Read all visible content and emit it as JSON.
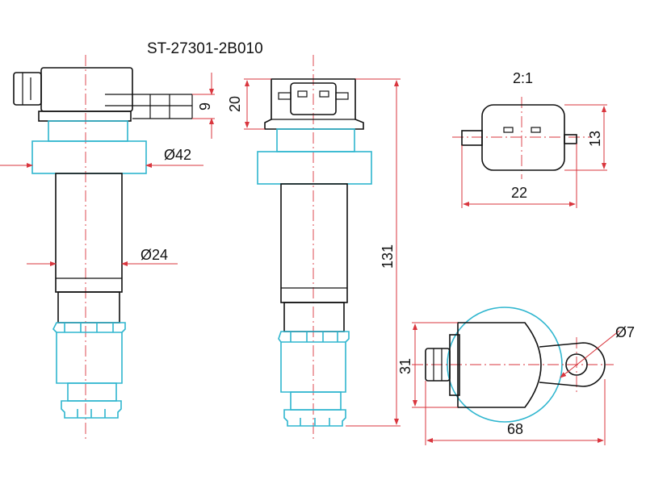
{
  "title": "ST-27301-2B010",
  "scale_note": "2:1",
  "dimensions": {
    "connector_height_side": "9",
    "body_diameter": "Ø42",
    "tube_diameter": "Ø24",
    "connector_height_front": "20",
    "overall_length": "131",
    "connector_height_detail": "13",
    "connector_width_detail": "22",
    "mount_hole_diameter": "Ø7",
    "top_view_width": "31",
    "top_view_length": "68"
  },
  "colors": {
    "outline": "#111111",
    "highlight": "#2fb6cf",
    "dimension": "#d9363e"
  }
}
